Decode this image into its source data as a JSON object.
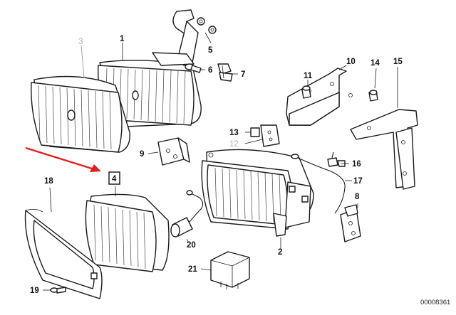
{
  "callouts": [
    {
      "id": "1",
      "tone": "normal"
    },
    {
      "id": "2",
      "tone": "normal"
    },
    {
      "id": "3",
      "tone": "grey"
    },
    {
      "id": "4",
      "tone": "boxed"
    },
    {
      "id": "5",
      "tone": "normal"
    },
    {
      "id": "6",
      "tone": "normal"
    },
    {
      "id": "7",
      "tone": "normal"
    },
    {
      "id": "8",
      "tone": "normal"
    },
    {
      "id": "9",
      "tone": "normal"
    },
    {
      "id": "10",
      "tone": "normal"
    },
    {
      "id": "11",
      "tone": "normal"
    },
    {
      "id": "12",
      "tone": "grey"
    },
    {
      "id": "13",
      "tone": "normal"
    },
    {
      "id": "14",
      "tone": "normal"
    },
    {
      "id": "15",
      "tone": "normal"
    },
    {
      "id": "16",
      "tone": "normal"
    },
    {
      "id": "17",
      "tone": "normal"
    },
    {
      "id": "18",
      "tone": "normal"
    },
    {
      "id": "19",
      "tone": "normal"
    },
    {
      "id": "20",
      "tone": "normal"
    },
    {
      "id": "21",
      "tone": "normal"
    }
  ],
  "highlight_arrow": {
    "color": "#e02020",
    "points_to": "4"
  },
  "drawing_code": "00008361",
  "colors": {
    "ink": "#1a1a1a",
    "grey_label": "#b0b0b0",
    "arrow": "#e02020"
  }
}
